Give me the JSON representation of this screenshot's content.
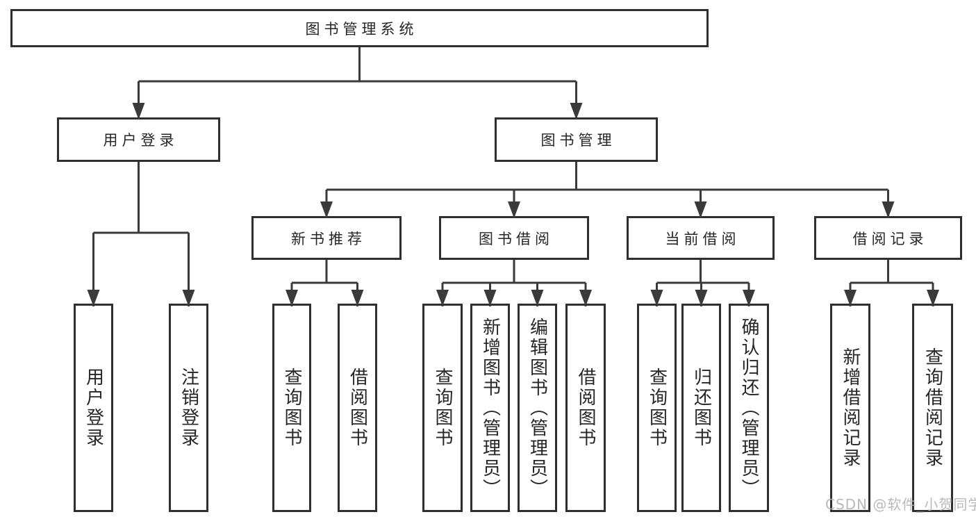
{
  "diagram": {
    "root": {
      "label": "图书管理系统"
    },
    "branches": [
      {
        "label": "用户登录",
        "leaves": [
          "用户登录",
          "注销登录"
        ]
      },
      {
        "label": "图书管理",
        "children": [
          {
            "label": "新书推荐",
            "leaves": [
              "查询图书",
              "借阅图书"
            ]
          },
          {
            "label": "图书借阅",
            "leaves": [
              "查询图书",
              "新增图书（管理员）",
              "编辑图书（管理员）",
              "借阅图书"
            ]
          },
          {
            "label": "当前借阅",
            "leaves": [
              "查询图书",
              "归还图书",
              "确认归还（管理员）"
            ]
          },
          {
            "label": "借阅记录",
            "leaves": [
              "新增借阅记录",
              "查询借阅记录"
            ]
          }
        ]
      }
    ]
  },
  "watermark": "CSDN @软件_小贺同学",
  "colors": {
    "line": "#3a3a3a",
    "box_border": "#2f2f2f",
    "box_fill": "#ffffff",
    "text": "#262626",
    "watermark": "#b4b4b4"
  }
}
